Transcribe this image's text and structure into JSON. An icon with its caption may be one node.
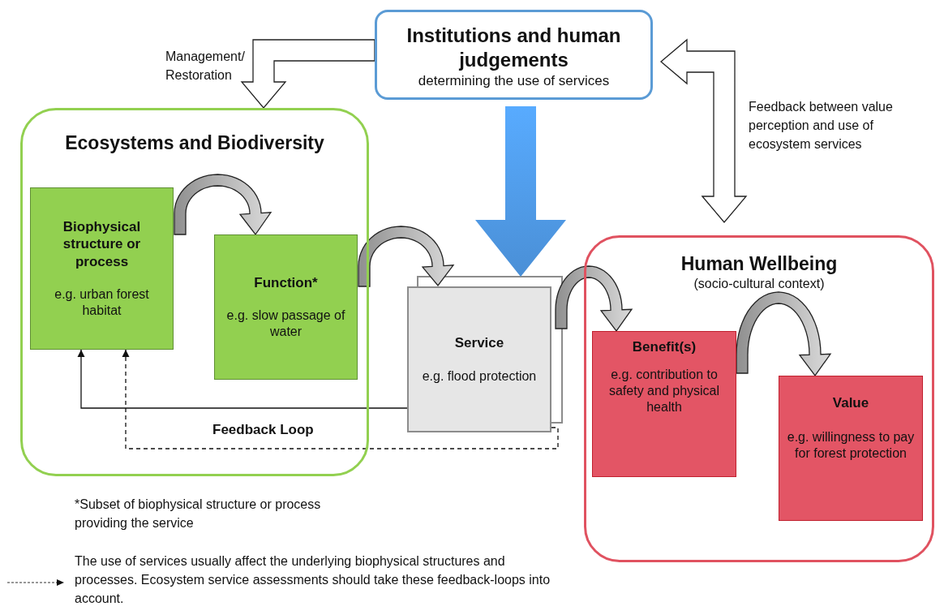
{
  "diagram": {
    "nodes": [
      {
        "text": [
          "Institutions and human judgements",
          "determining the use of services"
        ]
      },
      {
        "text": [
          "Ecosystems and Biodiversity"
        ]
      },
      {
        "text": [
          "Biophysical structure or process",
          "e.g. urban forest habitat"
        ],
        "in": 1
      },
      {
        "text": [
          "Function*",
          "e.g. slow passage of water"
        ],
        "in": 1
      },
      {
        "text": [
          "Service",
          "e.g. flood protection"
        ]
      },
      {
        "text": [
          "Human Wellbeing",
          "(socio-cultural context)"
        ]
      },
      {
        "text": [
          "Benefit(s)",
          "e.g. contribution to safety and physical health"
        ],
        "in": 5
      },
      {
        "text": [
          "Value",
          "e.g. willingness to pay for forest protection"
        ],
        "in": 5
      }
    ],
    "edges": [
      {
        "from": 0,
        "to": 1,
        "arrow": "to",
        "label": "Management/ Restoration"
      },
      {
        "from": 0,
        "to": 4,
        "arrow": "to",
        "color": "#4a8fd6"
      },
      {
        "from": 5,
        "to": 0,
        "arrow": "both",
        "label": "Feedback between value perception and use of ecosystem services"
      },
      {
        "from": 2,
        "to": 3,
        "arrow": "to"
      },
      {
        "from": 3,
        "to": 4,
        "arrow": "to"
      },
      {
        "from": 4,
        "to": 6,
        "arrow": "to"
      },
      {
        "from": 6,
        "to": 7,
        "arrow": "to"
      },
      {
        "from": 4,
        "to": 2,
        "arrow": "to"
      },
      {
        "from": 4,
        "to": 2,
        "arrow": "to",
        "style": "dashed"
      }
    ],
    "labels": [
      "Feedback Loop",
      "*Subset of biophysical structure or process providing the service"
    ],
    "legend": [
      {
        "text": "The use of services usually affect the underlying biophysical structures and processes. Ecosystem service assessments should take these feedback-loops into account."
      }
    ]
  }
}
